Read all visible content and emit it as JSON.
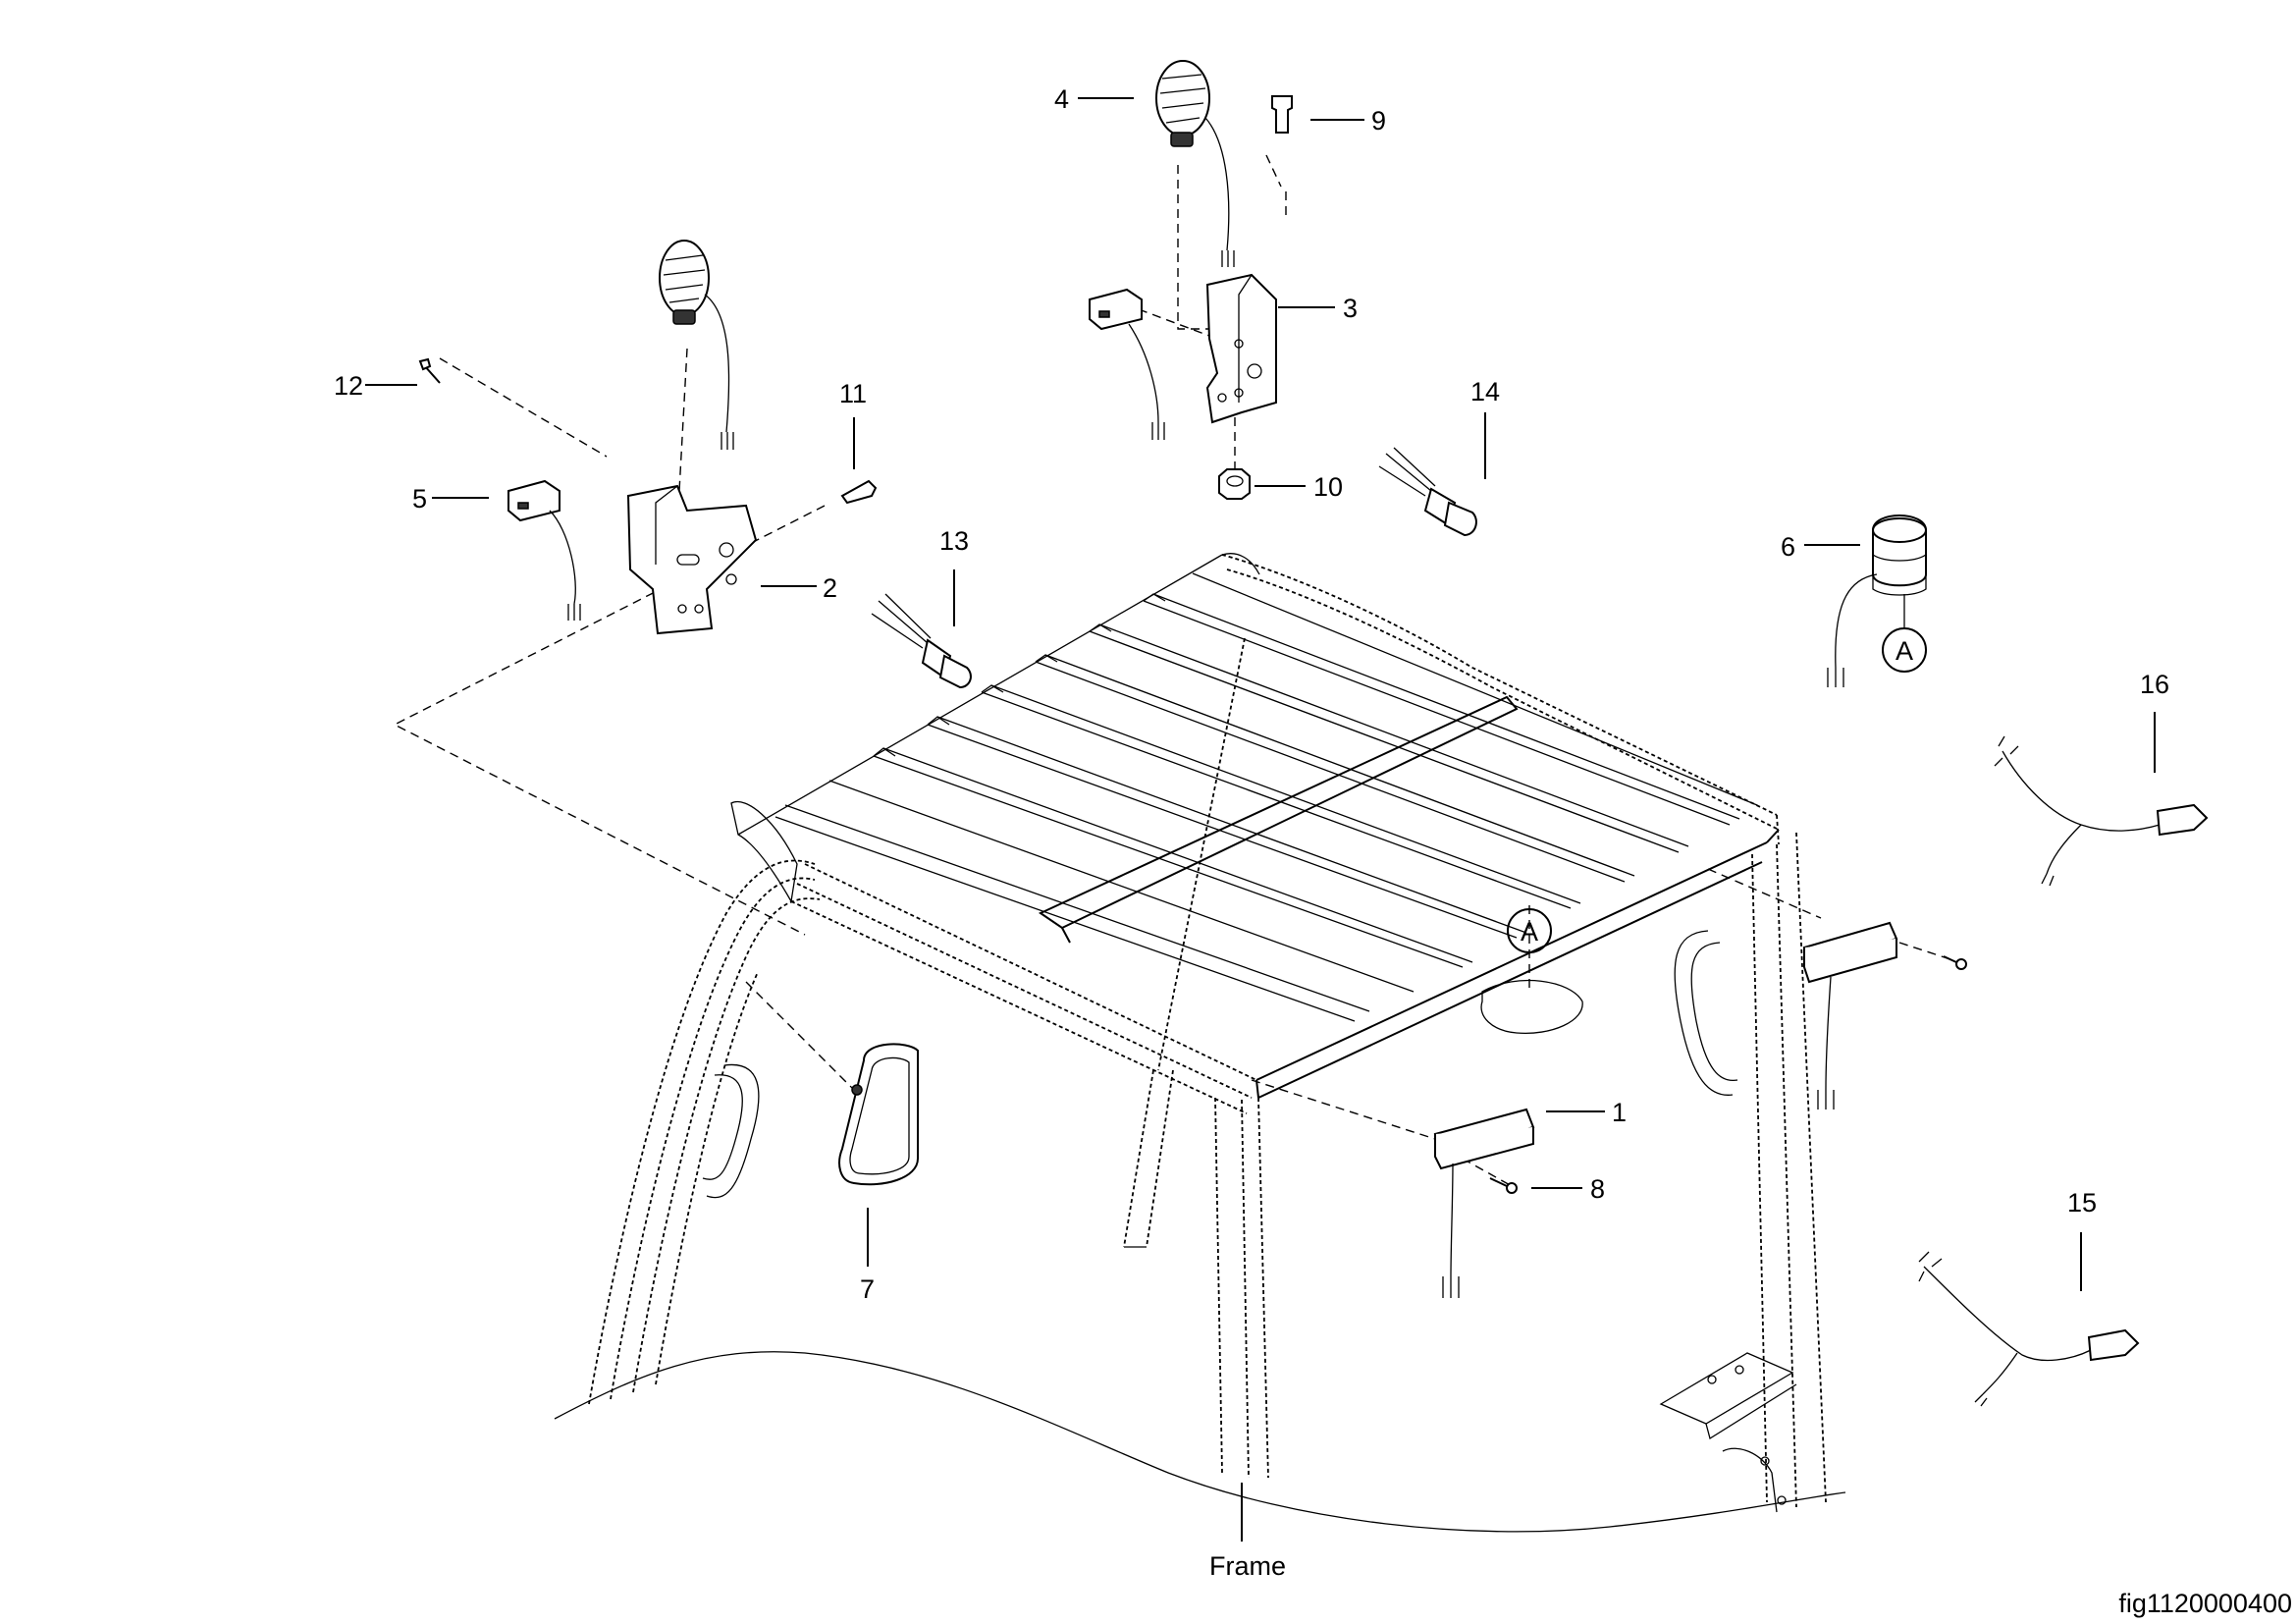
{
  "diagram": {
    "callouts": [
      "1",
      "2",
      "3",
      "4",
      "5",
      "6",
      "7",
      "8",
      "9",
      "10",
      "11",
      "12",
      "13",
      "14",
      "15",
      "16"
    ],
    "detail_marker": "A",
    "frame_label": "Frame",
    "figure_id": "fig1120000400"
  }
}
